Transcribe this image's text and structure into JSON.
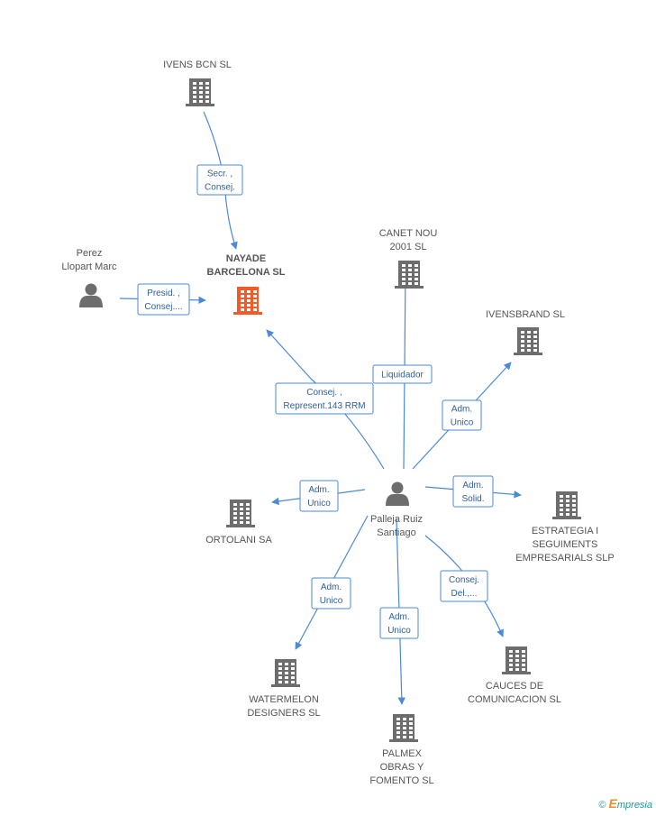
{
  "colors": {
    "edge": "#4a8ad6",
    "building": "#6d6d6d",
    "building_focus": "#f15a2b",
    "person": "#6d6d6d"
  },
  "nodes": [
    {
      "id": "ivens",
      "type": "company",
      "label": [
        "IVENS BCN SL"
      ]
    },
    {
      "id": "nayade",
      "type": "company",
      "focus": true,
      "label": [
        "NAYADE",
        "BARCELONA SL"
      ]
    },
    {
      "id": "perez",
      "type": "person",
      "label": [
        "Perez",
        "Llopart Marc"
      ]
    },
    {
      "id": "canet",
      "type": "company",
      "label": [
        "CANET NOU",
        "2001 SL"
      ]
    },
    {
      "id": "ivensbrand",
      "type": "company",
      "label": [
        "IVENSBRAND SL"
      ]
    },
    {
      "id": "palleja",
      "type": "person",
      "label": [
        "Palleja Ruiz",
        "Santiago"
      ]
    },
    {
      "id": "ortolani",
      "type": "company",
      "label": [
        "ORTOLANI SA"
      ]
    },
    {
      "id": "estrategia",
      "type": "company",
      "label": [
        "ESTRATEGIA I",
        "SEGUIMENTS",
        "EMPRESARIALS SLP"
      ]
    },
    {
      "id": "watermelon",
      "type": "company",
      "label": [
        "WATERMELON",
        "DESIGNERS SL"
      ]
    },
    {
      "id": "palmex",
      "type": "company",
      "label": [
        "PALMEX",
        "OBRAS Y",
        "FOMENTO SL"
      ]
    },
    {
      "id": "cauces",
      "type": "company",
      "label": [
        "CAUCES DE",
        "COMUNICACION SL"
      ]
    }
  ],
  "edges": [
    {
      "from": "ivens",
      "to": "nayade",
      "label": [
        "Secr. ,",
        "Consej."
      ]
    },
    {
      "from": "perez",
      "to": "nayade",
      "label": [
        "Presid. ,",
        "Consej...."
      ]
    },
    {
      "from": "palleja",
      "to": "nayade",
      "label": [
        "Consej. ,",
        "Represent.143 RRM"
      ]
    },
    {
      "from": "palleja",
      "to": "canet",
      "label": [
        "Liquidador"
      ]
    },
    {
      "from": "palleja",
      "to": "ivensbrand",
      "label": [
        "Adm.",
        "Unico"
      ]
    },
    {
      "from": "palleja",
      "to": "ortolani",
      "label": [
        "Adm.",
        "Unico"
      ]
    },
    {
      "from": "palleja",
      "to": "estrategia",
      "label": [
        "Adm.",
        "Solid."
      ]
    },
    {
      "from": "palleja",
      "to": "watermelon",
      "label": [
        "Adm.",
        "Unico"
      ]
    },
    {
      "from": "palleja",
      "to": "palmex",
      "label": [
        "Adm.",
        "Unico"
      ]
    },
    {
      "from": "palleja",
      "to": "cauces",
      "label": [
        "Consej.",
        "Del.,..."
      ]
    }
  ],
  "footer": {
    "copyright": "©",
    "brand_initial": "E",
    "brand_rest": "mpresia"
  }
}
